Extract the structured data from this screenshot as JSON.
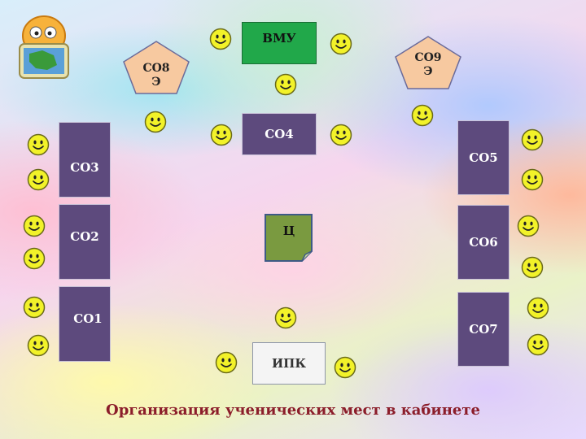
{
  "caption": "Организация ученических мест в кабинете",
  "teacher_desk": "ВМУ",
  "center_desk": "Ц",
  "bottom_desk": "ИПК",
  "pentagons": [
    "СО8\nЭ",
    "СО9\nЭ"
  ],
  "desks_left": [
    "СО3",
    "СО2",
    "СО1"
  ],
  "desks_right": [
    "СО5",
    "СО6",
    "СО7"
  ],
  "desk_middle": "СО4",
  "colors": {
    "desk_fill": "#5d4a7d",
    "teacher_fill": "#21a84a",
    "center_fill": "#7a9a40",
    "pentagon_fill": "#f7c9a0",
    "smiley_fill": "#f2f229",
    "caption": "#8b1d2a"
  },
  "icons": {
    "seat": "smiley-icon",
    "logo": "globe-mascot-icon"
  }
}
